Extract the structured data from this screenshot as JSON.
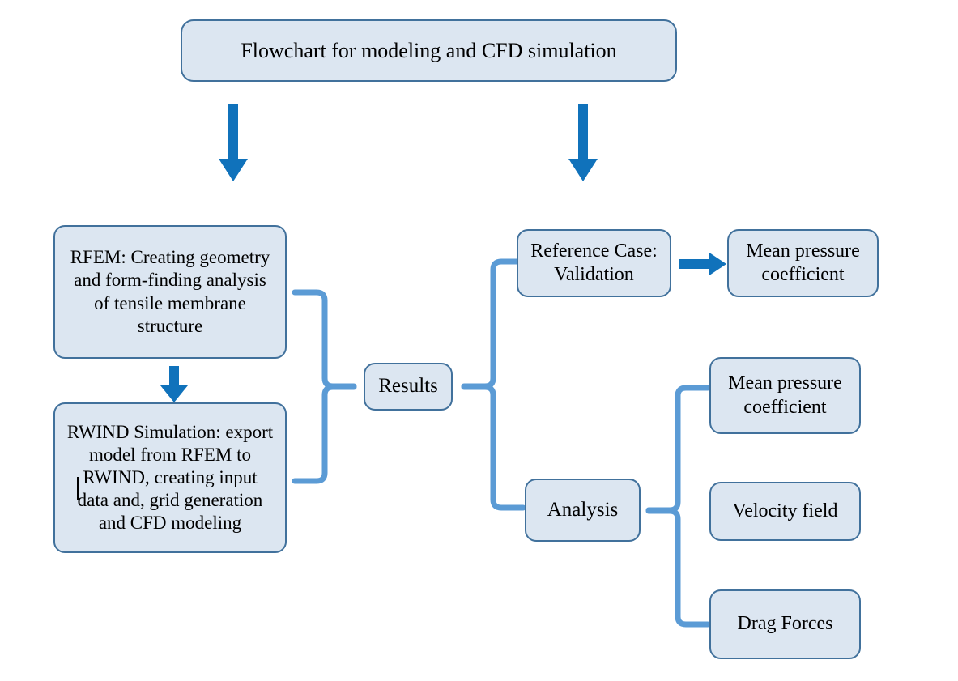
{
  "diagram": {
    "title_box": {
      "label": "Flowchart for modeling and CFD simulation"
    },
    "nodes": [
      {
        "id": "rfem",
        "label": "RFEM: Creating geometry\nand form-finding analysis\nof tensile membrane\nstructure"
      },
      {
        "id": "rwind",
        "label": "RWIND Simulation: export\nmodel from RFEM to\nRWIND, creating input\ndata and, grid generation\nand CFD modeling"
      },
      {
        "id": "results",
        "label": "Results"
      },
      {
        "id": "reference",
        "label": "Reference Case:\nValidation"
      },
      {
        "id": "ref-mean-cp",
        "label": "Mean pressure\ncoefficient"
      },
      {
        "id": "analysis",
        "label": "Analysis"
      },
      {
        "id": "an-mean-cp",
        "label": "Mean pressure\ncoefficient"
      },
      {
        "id": "velocity",
        "label": "Velocity field"
      },
      {
        "id": "drag",
        "label": "Drag Forces"
      }
    ],
    "connectors": [
      {
        "id": "arrow-title-to-rfem",
        "kind": "arrow",
        "direction": "down"
      },
      {
        "id": "arrow-title-to-reference",
        "kind": "arrow",
        "direction": "down"
      },
      {
        "id": "arrow-rfem-to-rwind",
        "kind": "arrow",
        "direction": "down"
      },
      {
        "id": "arrow-reference-to-mean-cp",
        "kind": "arrow",
        "direction": "right"
      },
      {
        "id": "brace-left-inputs",
        "kind": "brace",
        "direction": "right"
      },
      {
        "id": "brace-results-outputs",
        "kind": "brace",
        "direction": "left"
      },
      {
        "id": "brace-analysis-outputs",
        "kind": "brace",
        "direction": "left"
      }
    ],
    "colors": {
      "node_fill": "#dce6f1",
      "node_border": "#41719c",
      "arrow": "#1072bb",
      "brace": "#5b9bd5",
      "text": "#000000",
      "background": "#ffffff"
    }
  }
}
